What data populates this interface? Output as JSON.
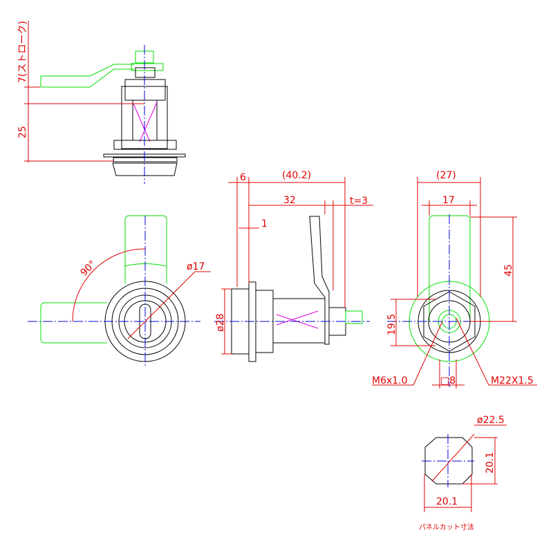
{
  "top_view": {
    "stroke_label": "7(ストローク)",
    "height_label": "25"
  },
  "front_view": {
    "angle_label": "90°",
    "key_diameter_label": "ø17"
  },
  "side_view": {
    "flange_label": "6",
    "overall_label": "(40.2)",
    "body_label": "32",
    "thickness_label": "t=3",
    "gap_label": "1",
    "diameter_label": "ø28"
  },
  "end_view": {
    "width_label": "(27)",
    "cam_width_label": "17",
    "cam_length_label": "45",
    "offset_label": "19.5",
    "screw_label": "M6x1.0",
    "square_label": "□8",
    "thread_label": "M22X1.5"
  },
  "panel_cut": {
    "diagonal_label": "ø22.5",
    "height_label": "20.1",
    "width_label": "20.1",
    "caption": "パネルカット寸法"
  },
  "colors": {
    "outline": "#000000",
    "cam": "#00dd00",
    "dimension": "#e00000",
    "centerline": "#0000dd",
    "hidden": "#e000e0"
  }
}
